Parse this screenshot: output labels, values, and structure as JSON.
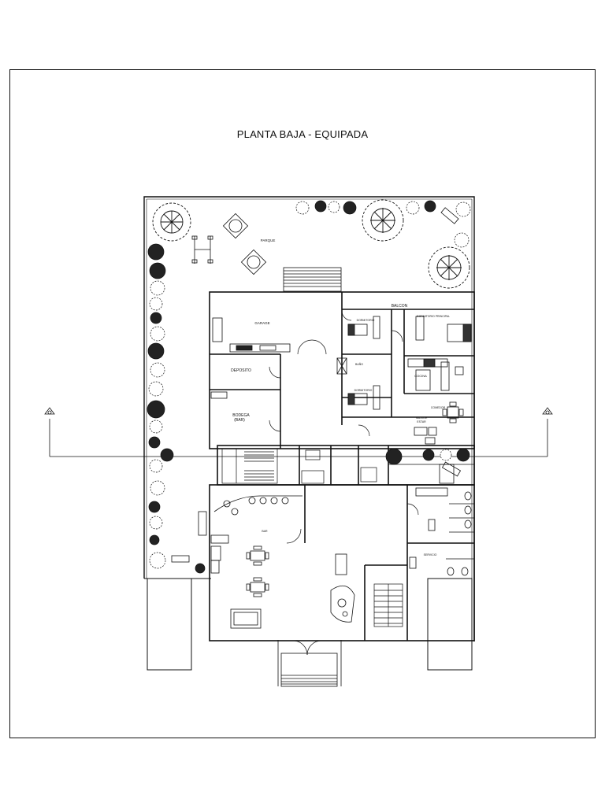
{
  "sheet": {
    "title": "PLANTA BAJA - EQUIPADA"
  },
  "rooms": {
    "parque": "PARQUE",
    "balcon": "BALCON",
    "garage": "GARAGE",
    "deposito": "DEPOSITO",
    "bodega": "BODEGA",
    "bodega_sub": "(BAR)",
    "dormitorio_1": "DORMITORIO",
    "dormitorio_principal": "DORMITORIO PRINCIPAL",
    "dormitorio_2": "DORMITORIO",
    "bano": "BAÑO",
    "cocina": "COCINA",
    "comedor": "COMEDOR",
    "sala_de_estar_1": "SALA DE",
    "sala_de_estar_2": "ESTAR",
    "bar": "BAR",
    "servicio": "SERVICIO"
  },
  "colors": {
    "line": "#111111",
    "paper": "#ffffff"
  }
}
